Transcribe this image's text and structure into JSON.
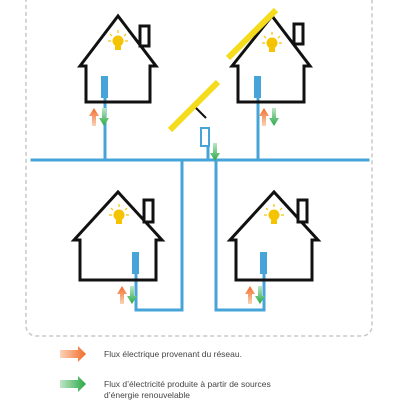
{
  "colors": {
    "grid": "#47a4d8",
    "house": "#111111",
    "solar": "#f4dc1c",
    "bulb": "#f5c400",
    "arrow_grid": "#f26b2a",
    "arrow_renewable": "#27a844",
    "border": "#c8c8c8",
    "meter": "#47a4d8"
  },
  "icons": {
    "house": "house-outline-icon",
    "bulb": "light-bulb-icon",
    "solar_panel": "solar-panel-icon",
    "meter": "meter-icon",
    "arrow_grid": "orange-arrow-icon",
    "arrow_renewable": "green-arrow-icon"
  },
  "legend": {
    "grid_flow": "Flux électrique provenant du réseau.",
    "renewable_flow_line1": "Flux d’électricité produite à partir de sources",
    "renewable_flow_line2": "d’énergie renouvelable"
  }
}
